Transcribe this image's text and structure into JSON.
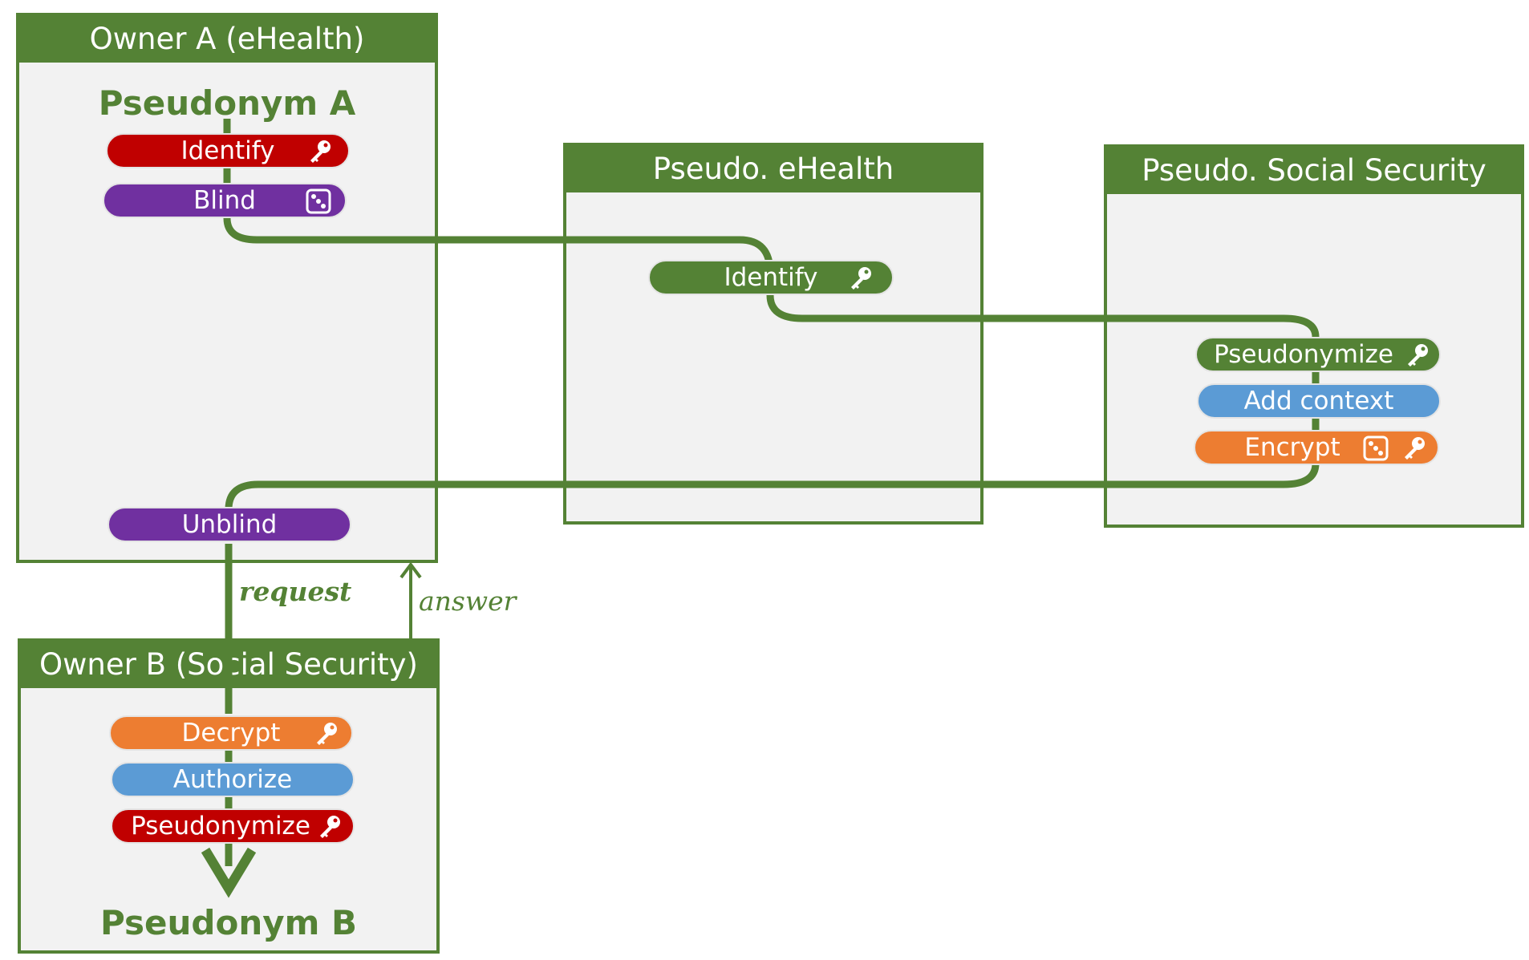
{
  "colors": {
    "green": "#548235",
    "red": "#c00000",
    "purple": "#7030a0",
    "blue": "#5b9bd5",
    "orange": "#ed7d31"
  },
  "owner_a": {
    "title": "Owner A (eHealth)",
    "pseudonym": "Pseudonym A",
    "steps": [
      {
        "label": "Identify",
        "color": "red",
        "icons": [
          "key-icon"
        ]
      },
      {
        "label": "Blind",
        "color": "purple",
        "icons": [
          "dice-icon"
        ]
      },
      {
        "label": "Unblind",
        "color": "purple",
        "icons": []
      }
    ]
  },
  "pseudo_ehealth": {
    "title": "Pseudo. eHealth",
    "steps": [
      {
        "label": "Identify",
        "color": "green",
        "icons": [
          "key-icon"
        ]
      }
    ]
  },
  "pseudo_social": {
    "title": "Pseudo. Social Security",
    "steps": [
      {
        "label": "Pseudonymize",
        "color": "green",
        "icons": [
          "key-icon"
        ]
      },
      {
        "label": "Add context",
        "color": "blue",
        "icons": []
      },
      {
        "label": "Encrypt",
        "color": "orange",
        "icons": [
          "dice-icon",
          "key-icon"
        ]
      }
    ]
  },
  "owner_b": {
    "title": "Owner B (Social Security)",
    "pseudonym": "Pseudonym B",
    "steps": [
      {
        "label": "Decrypt",
        "color": "orange",
        "icons": [
          "key-icon"
        ]
      },
      {
        "label": "Authorize",
        "color": "blue",
        "icons": []
      },
      {
        "label": "Pseudonymize",
        "color": "red",
        "icons": [
          "key-icon"
        ]
      }
    ]
  },
  "flow_labels": {
    "request": "request",
    "answer": "answer"
  }
}
